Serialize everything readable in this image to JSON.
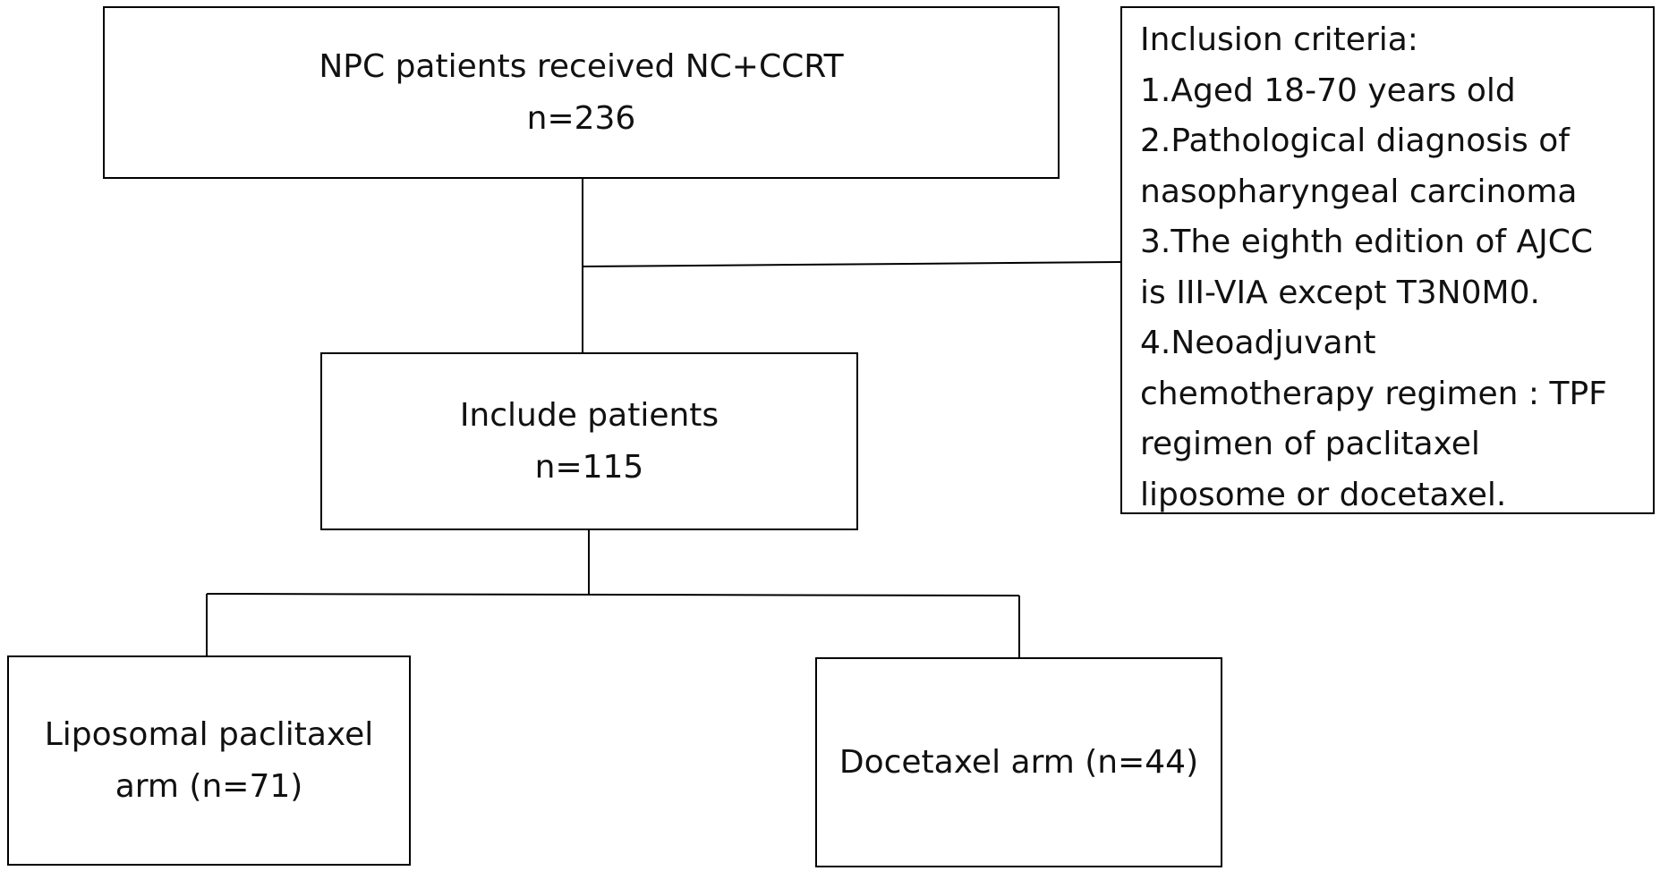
{
  "nodes": {
    "source": {
      "line1": "NPC patients received NC+CCRT",
      "line2": "n=236"
    },
    "included": {
      "line1": "Include patients",
      "line2": "n=115"
    },
    "arm_liposomal": {
      "line1": "Liposomal paclitaxel",
      "line2": "arm (n=71)"
    },
    "arm_docetaxel": {
      "line1": "Docetaxel arm (n=44)"
    }
  },
  "criteria": {
    "lines": [
      "Inclusion criteria:",
      "1.Aged 18-70 years old",
      "2.Pathological diagnosis of",
      "nasopharyngeal carcinoma",
      "3.The eighth edition of AJCC",
      "is III-VIA except T3N0M0.",
      "4.Neoadjuvant",
      "chemotherapy regimen : TPF",
      "regimen of paclitaxel",
      "liposome or docetaxel."
    ]
  },
  "colors": {
    "stroke": "#000000",
    "text": "#111111",
    "background": "#ffffff"
  }
}
